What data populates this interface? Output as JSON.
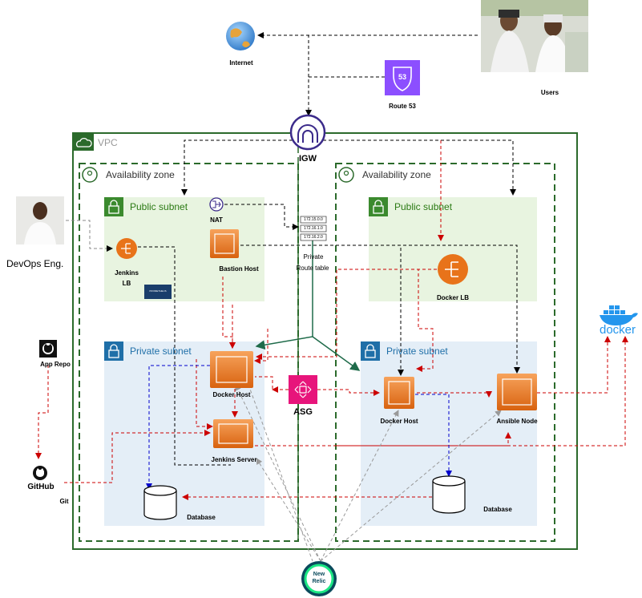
{
  "nodes": {
    "internet": "Internet",
    "route53": "Route 53",
    "route53_badge": "53",
    "users": "Users",
    "igw": "IGW",
    "vpc": "VPC",
    "az_left": "Availability zone",
    "az_right": "Availability zone",
    "public_subnet_left": "Public subnet",
    "public_subnet_right": "Public subnet",
    "private_subnet_left": "Private subnet",
    "private_subnet_right": "Private subnet",
    "nat": "NAT",
    "bastion_host": "Bastion Host",
    "jenkins_lb_line1": "Jenkins",
    "jenkins_lb_line2": "LB",
    "route_table_line1": "Private",
    "route_table_line2": "Route table",
    "route_table_entries": [
      "172.15.0.0",
      "172.16.1.0",
      "172.16.2.0"
    ],
    "docker_lb": "Docker LB",
    "docker_host_left": "Docker Host",
    "docker_host_right": "Docker Host",
    "jenkins_server": "Jenkins Server",
    "asg": "ASG",
    "ansible_node": "Ansible Node",
    "database_left": "Database",
    "database_right": "Database",
    "devops": "DevOps Eng.",
    "app_repo": "App Repo",
    "github": "GitHub",
    "git": "Git",
    "docker": "docker",
    "new_relic_line1": "New",
    "new_relic_line2": "Relic",
    "small_logo": "PROMETHEUS"
  },
  "colors": {
    "vpc_border": "#2b6a2b",
    "public_fill": "#e8f4e0",
    "private_fill": "#e4eef7",
    "aws_orange": "#e8731a",
    "route53_purple": "#8c4fff",
    "asg_pink": "#e7157b",
    "arrow_red": "#cc0000",
    "arrow_blue": "#0000cc",
    "arrow_green": "#1f6b4a",
    "docker_blue": "#2496ed"
  }
}
